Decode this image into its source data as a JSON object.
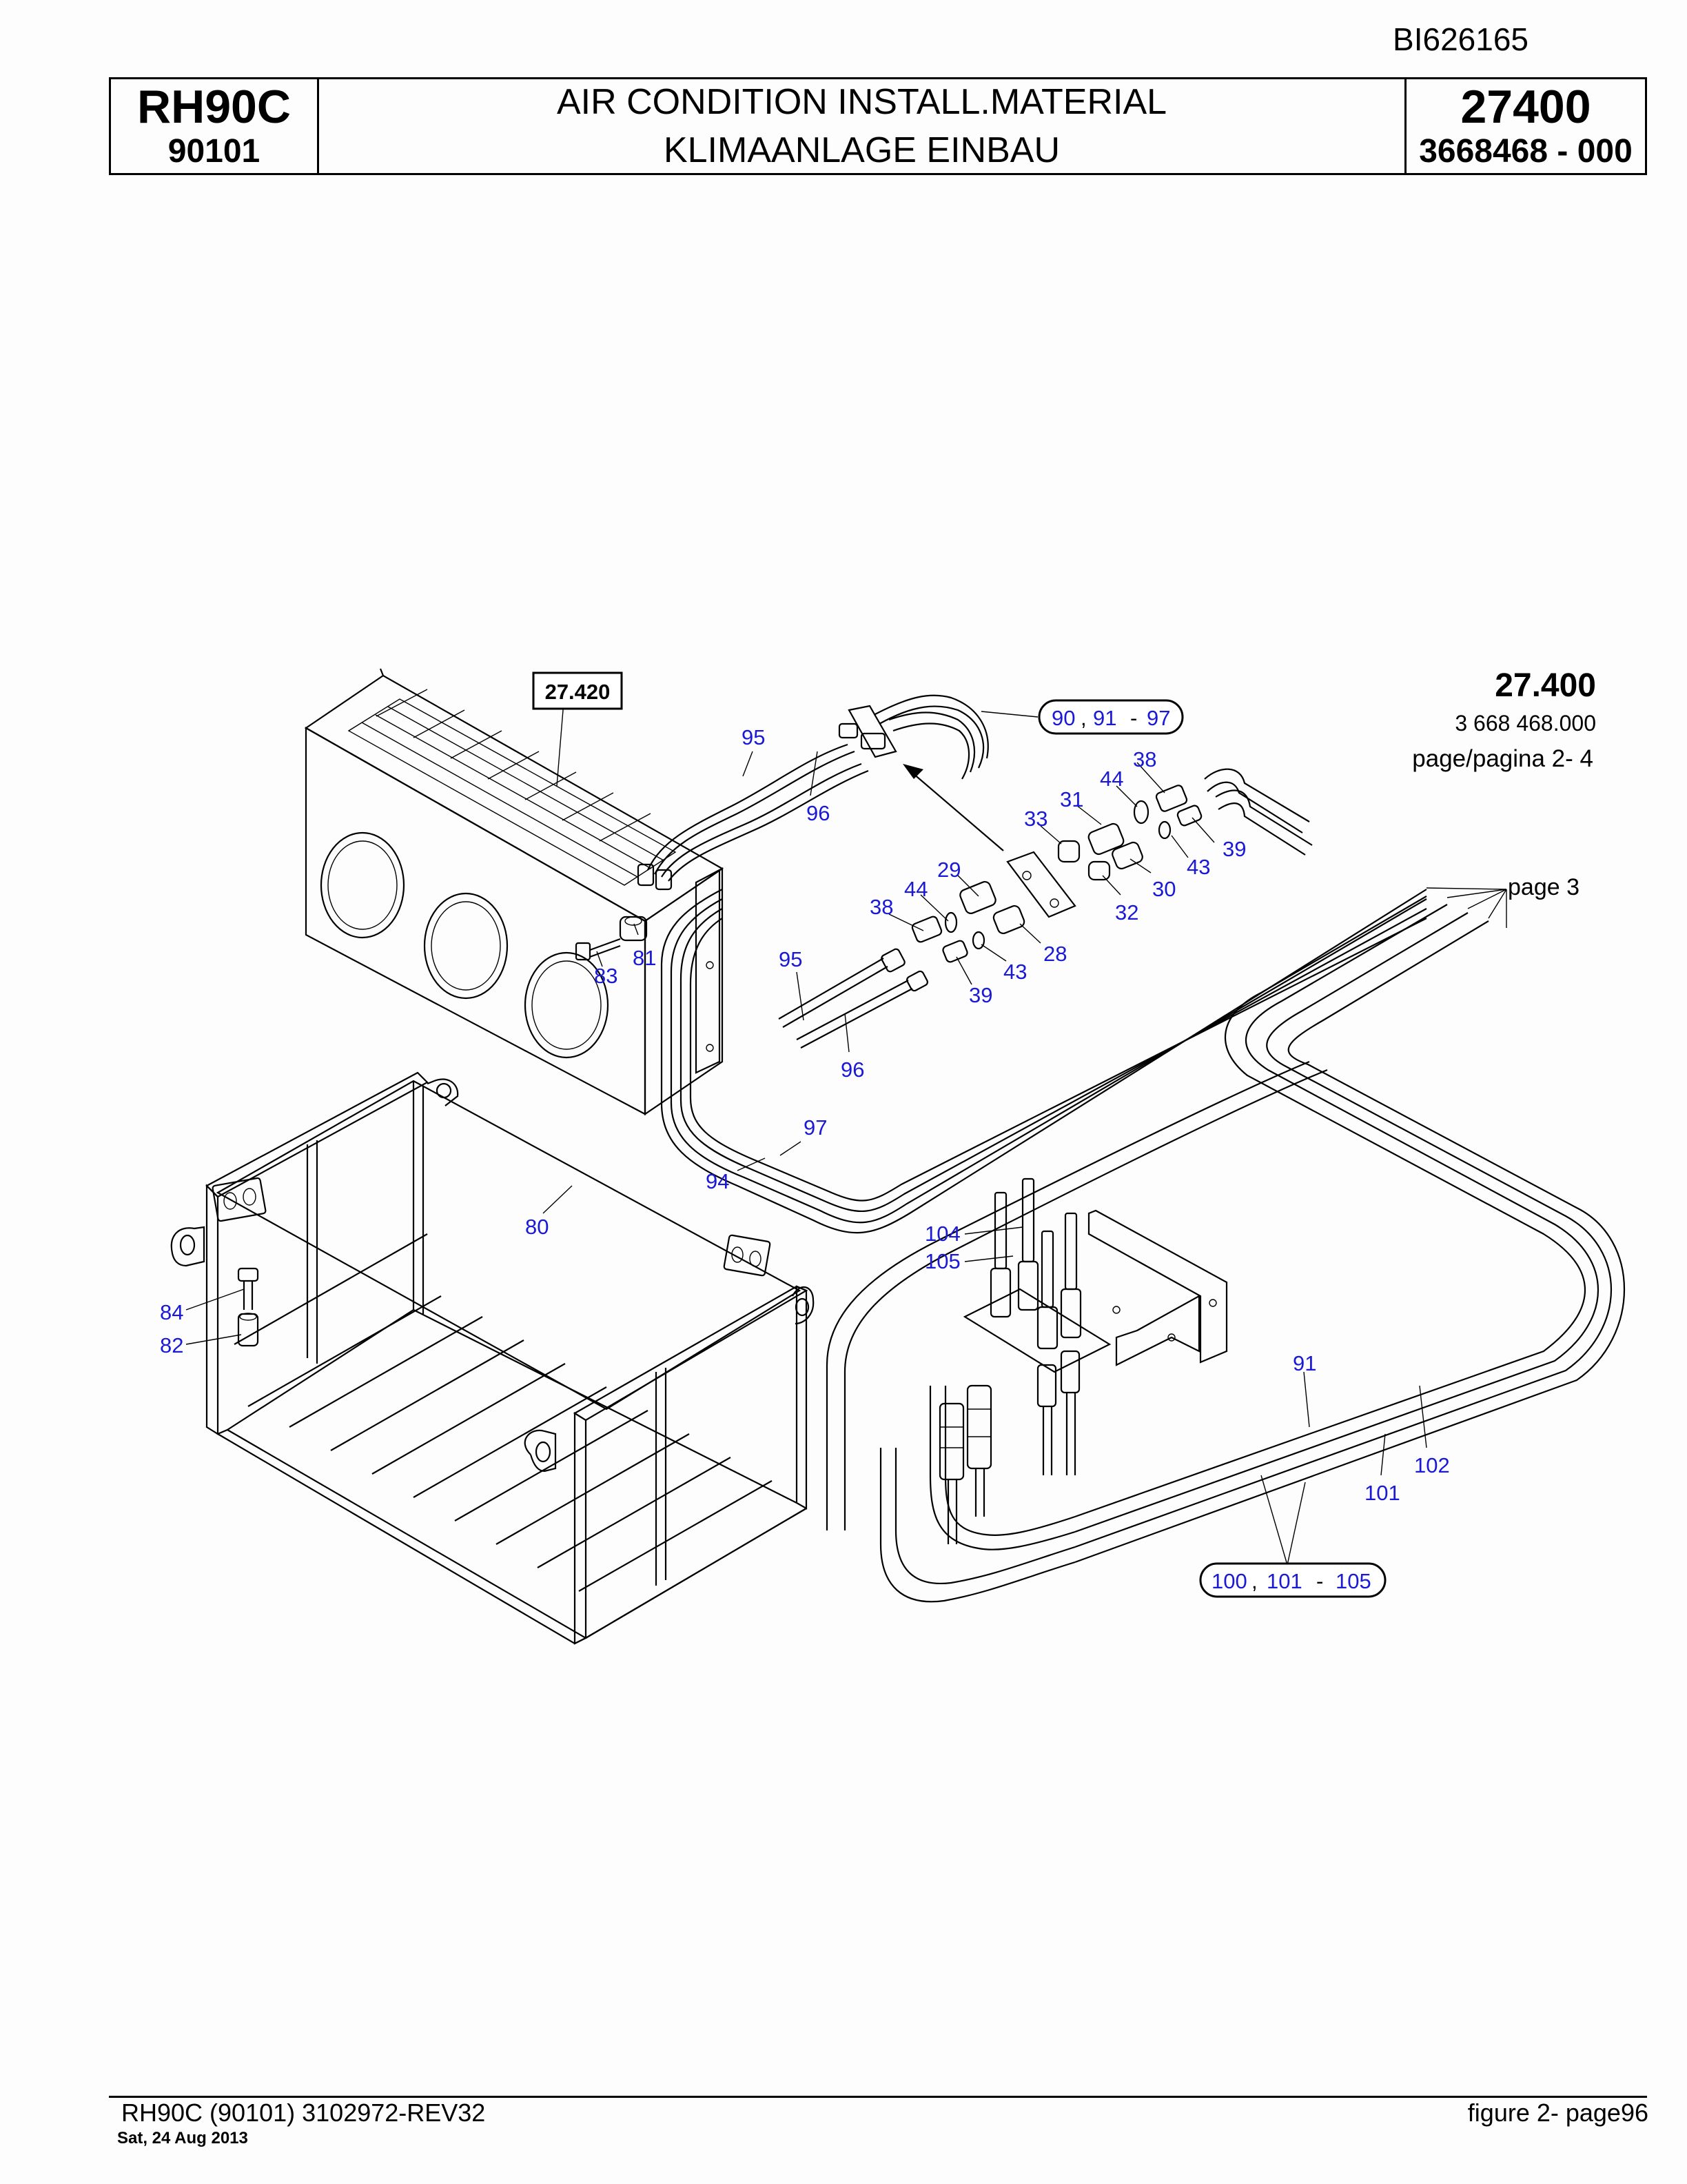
{
  "doc_id": "BI626165",
  "header": {
    "model": "RH90C",
    "serial": "90101",
    "title_en": "AIR CONDITION INSTALL.MATERIAL",
    "title_de": "KLIMAANLAGE EINBAU",
    "group_no": "27400",
    "part_no": "3668468  - 000"
  },
  "reference": {
    "ref_no": "27.400",
    "ref_part": "3 668 468.000",
    "ref_page": "page/pagina 2- 4"
  },
  "boxed_refs": {
    "unit": "27.420",
    "group_a": {
      "a": "90",
      "sep": ",",
      "b": "91",
      "dash": "-",
      "c": "97"
    },
    "group_b": {
      "a": "100",
      "sep": ",",
      "b": "101",
      "dash": "-",
      "c": "105"
    }
  },
  "page_ref": "page 3",
  "callouts": {
    "c95a": "95",
    "c96a": "96",
    "c38a": "38",
    "c44a": "44",
    "c31": "31",
    "c33": "33",
    "c39a": "39",
    "c43a": "43",
    "c30": "30",
    "c32": "32",
    "c29": "29",
    "c44b": "44",
    "c38b": "38",
    "c28": "28",
    "c43b": "43",
    "c39b": "39",
    "c95b": "95",
    "c96b": "96",
    "c81": "81",
    "c83": "83",
    "c97": "97",
    "c94": "94",
    "c80": "80",
    "c84": "84",
    "c82": "82",
    "c104": "104",
    "c105": "105",
    "c91": "91",
    "c102": "102",
    "c101": "101"
  },
  "footer": {
    "left": "RH90C (90101) 3102972-REV32",
    "date": "Sat, 24 Aug 2013",
    "right": "figure  2- page96"
  }
}
